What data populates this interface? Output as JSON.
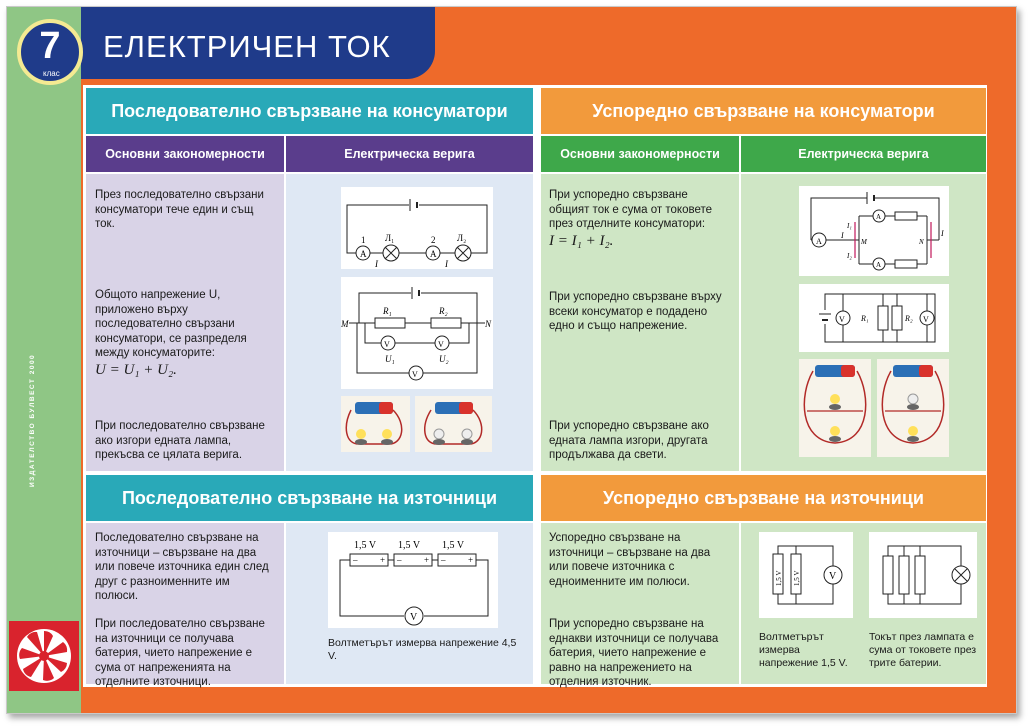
{
  "header": {
    "title": "ЕЛЕКТРИЧЕН ТОК",
    "grade_number": "7",
    "grade_label": "клас"
  },
  "side": {
    "publisher": "ИЗДАТЕЛСТВО БУЛВЕСТ 2000"
  },
  "colors": {
    "series_band": "#29a9b8",
    "series_sub": "#5a3d8c",
    "series_bg": "#d9d3e7",
    "parallel_band": "#f29a3c",
    "parallel_sub": "#3ea84a",
    "parallel_bg": "#cfe6c5"
  },
  "consumers_series": {
    "title": "Последователно свързване на консуматори",
    "col_rules": "Основни закономерности",
    "col_circuit": "Електрическа верига",
    "rule1": "През последователно свързани консуматори тече един и същ ток.",
    "rule2": "Общото напрежение U, приложено върху последователно свързани консуматори, се разпределя между консуматорите:",
    "formula": "U = U₁ + U₂.",
    "rule3": "При последователно свързване ако изгори едната лампа, прекъсва се цялата верига."
  },
  "consumers_parallel": {
    "title": "Успоредно свързване на консуматори",
    "col_rules": "Основни закономерности",
    "col_circuit": "Електрическа верига",
    "rule1": "При успоредно свързване общият ток е сума от токовете през отделните консуматори:",
    "formula": "I = I₁ + I₂.",
    "rule2": "При успоредно свързване върху всеки консуматор е подадено едно и също напрежение.",
    "rule3": "При успоредно свързване ако едната лампа изгори, другата продължава да свети."
  },
  "sources_series": {
    "title": "Последователно свързване на източници",
    "rule1": "Последователно свързване на източници – свързване на два или повече източника един след друг с разноименните им полюси.",
    "rule2": "При последователно свързване на източници се получава батерия, чието напрежение е сума от напреженията на отделните източници.",
    "caption": "Волтметърът измерва напрежение 4,5 V.",
    "cell_label": "1,5 V"
  },
  "sources_parallel": {
    "title": "Успоредно свързване на източници",
    "rule1": "Успоредно свързване на източници – свързване на два или повече източника с едноименните им полюси.",
    "rule2": "При успоредно свързване на еднакви източници се получава батерия, чието напрежение е равно на напрежението на отделния източник.",
    "caption1": "Волтметърът измерва напрежение 1,5 V.",
    "caption2": "Токът през лампата е сума от токовете през трите батерии.",
    "cell_label": "1,5 V"
  },
  "circuit_labels": {
    "ammeter": "A",
    "voltmeter": "V",
    "lamp1": "Л₁",
    "lamp2": "Л₂",
    "r1": "R₁",
    "r2": "R₂",
    "u1": "U₁",
    "u2": "U₂",
    "node_m": "M",
    "node_n": "N",
    "current": "I",
    "i1": "I₁",
    "i2": "I₂",
    "num1": "1",
    "num2": "2"
  }
}
